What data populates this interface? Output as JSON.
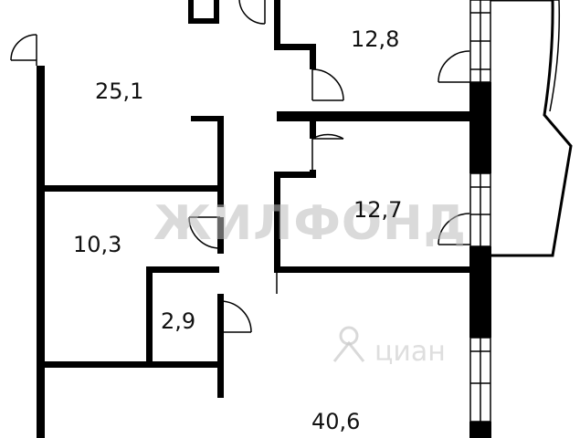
{
  "rooms": [
    {
      "id": "room-a",
      "area": "25,1"
    },
    {
      "id": "room-b",
      "area": "12,8"
    },
    {
      "id": "room-c",
      "area": "12,7"
    },
    {
      "id": "room-d",
      "area": "10,3"
    },
    {
      "id": "room-e",
      "area": "2,9"
    },
    {
      "id": "room-f",
      "area": "40,6"
    }
  ],
  "watermarks": {
    "main": "ЖИЛФОНД",
    "secondary": "циан"
  },
  "colors": {
    "wall": "#000000",
    "watermark": "#bdbdbd",
    "background": "#ffffff"
  }
}
